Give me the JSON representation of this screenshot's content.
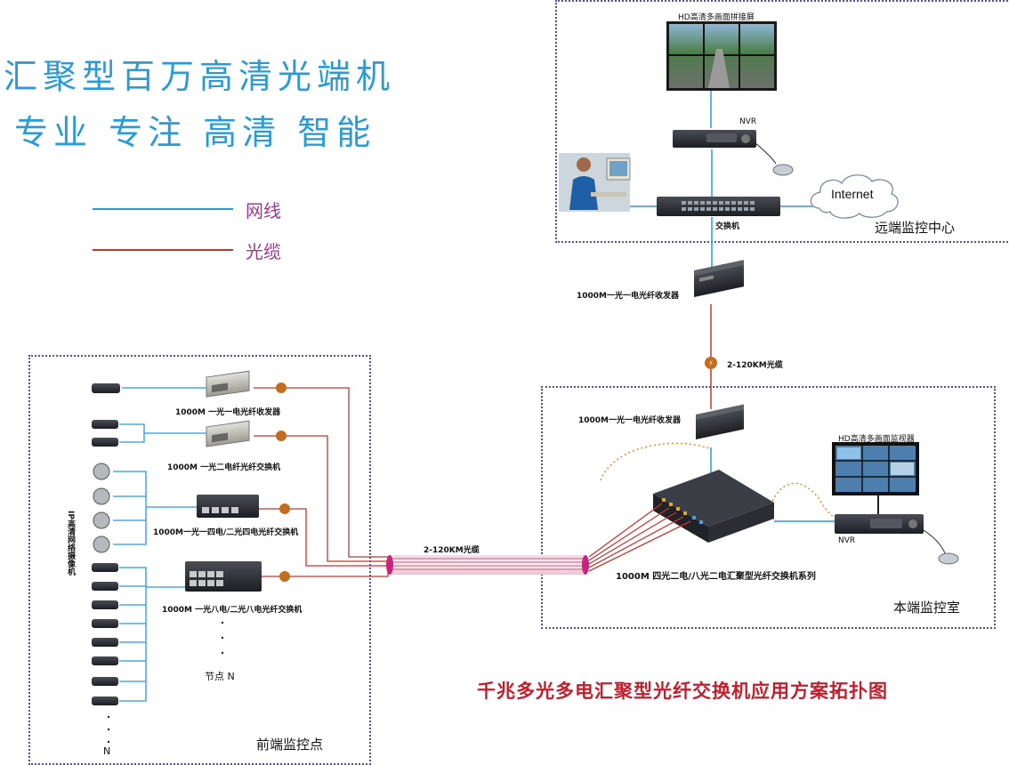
{
  "headline": {
    "line1": "汇聚型百万高清光端机",
    "line2": "专业 专注 高清 智能"
  },
  "legend": {
    "network_cable": "网线",
    "fiber_cable": "光缆"
  },
  "remote_center": {
    "zone_label": "远端监控中心",
    "video_wall_label": "HD高清多画面拼接屏",
    "nvr_label": "NVR",
    "switch_label": "交换机",
    "internet_label": "Internet"
  },
  "link": {
    "transceiver_top_label": "1000M一光一电光纤收发器",
    "fiber_top_label": "2-120KM光缆"
  },
  "local_room": {
    "zone_label": "本端监控室",
    "transceiver_label": "1000M一光一电光纤收发器",
    "monitor_label": "HD高清多画面监视器",
    "nvr_label": "NVR",
    "aggregation_switch_label": "1000M 四光二电/八光二电汇聚型光纤交换机系列"
  },
  "front_site": {
    "zone_label": "前端监控点",
    "cameras_label": "IP高清网络摄像机",
    "device1_label": "1000M 一光一电光纤收发器",
    "device2_label": "1000M 一光二电纤光纤交换机",
    "device3_label": "1000M一光一四电/二光四电光纤交换机",
    "device4_label": "1000M 一光八电/二光八电光纤交换机",
    "node_label": "节点 N",
    "camera_n_label": "N",
    "fiber_trunk_label": "2-120KM光缆"
  },
  "diagram_title": "千兆多光多电汇聚型光纤交换机应用方案拓扑图",
  "colors": {
    "network_cable": "#2a9bd4",
    "fiber_cable": "#c8352d",
    "zone_border": "#5b4d9e",
    "headline": "#2a9bd4",
    "title": "#c21e2c"
  }
}
